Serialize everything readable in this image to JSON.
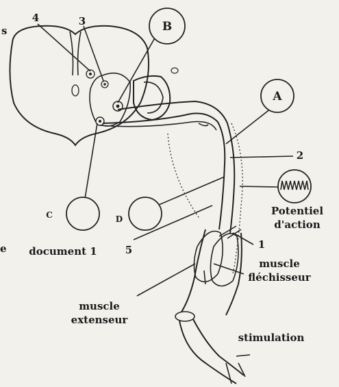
{
  "labels": {
    "n1": "1",
    "n2": "2",
    "n3": "3",
    "n4": "4",
    "n5": "5",
    "A": "A",
    "B": "B",
    "C": "C",
    "D": "D",
    "potentiel_line1": "Potentiel",
    "potentiel_line2": "d'action",
    "document": "document 1",
    "muscle_flechisseur_1": "muscle",
    "muscle_flechisseur_2": "fléchisseur",
    "muscle_extenseur_1": "muscle",
    "muscle_extenseur_2": "extenseur",
    "stimulation": "stimulation",
    "edge_s": "s",
    "edge_e": "e"
  }
}
